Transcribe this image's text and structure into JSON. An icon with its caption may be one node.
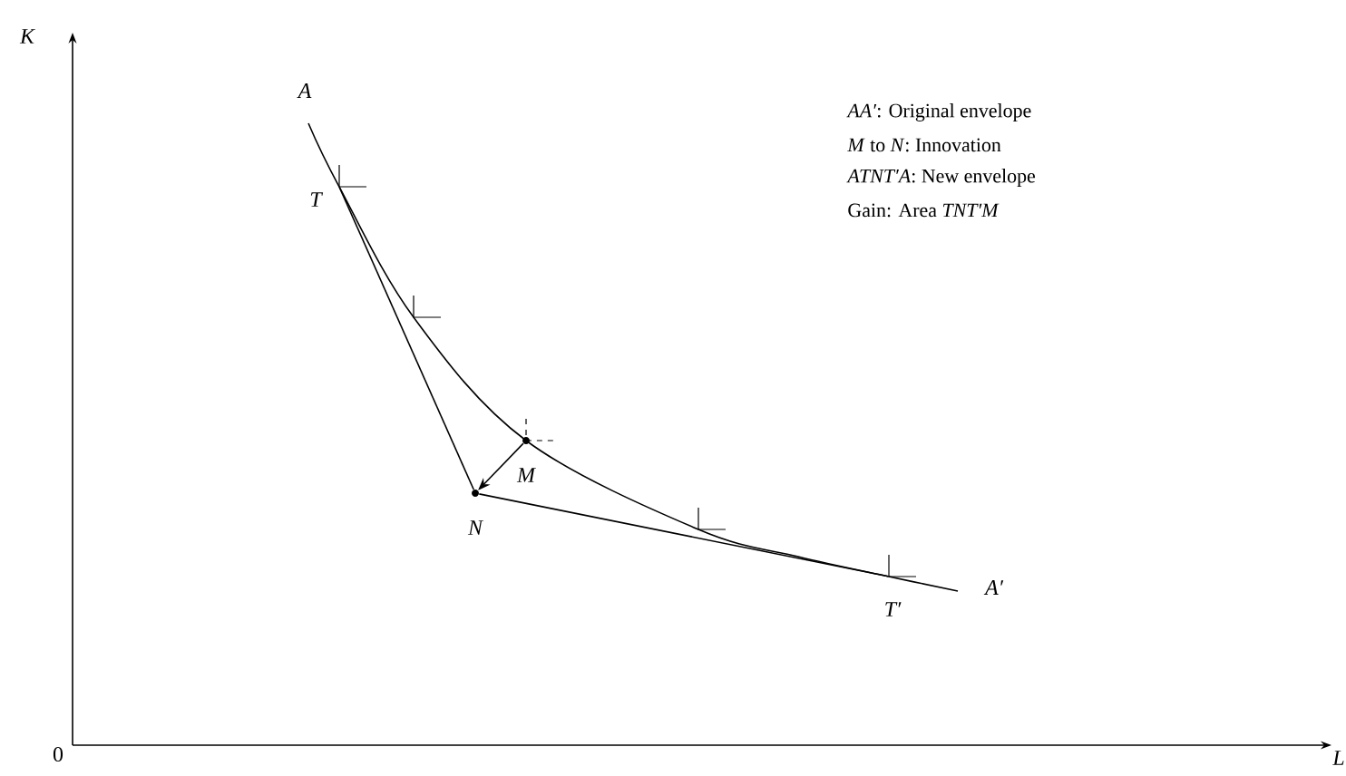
{
  "diagram": {
    "nodes": [
      {
        "text": [],
        "shape": "point",
        "beside": [
          "T"
        ]
      },
      {
        "text": [],
        "shape": "dot",
        "beside": [
          "M"
        ]
      },
      {
        "text": [],
        "shape": "dot",
        "beside": [
          "N"
        ]
      },
      {
        "text": [],
        "shape": "point",
        "beside": [
          "T′"
        ]
      }
    ],
    "edges": [
      {
        "from": 1,
        "to": 2,
        "arrow": "to"
      },
      {
        "from": 0,
        "to": 2,
        "arrow": "none"
      },
      {
        "from": 2,
        "to": 3,
        "arrow": "none"
      }
    ],
    "labels": [
      "K",
      "A",
      "0",
      "L",
      "A′",
      "*AA′*: Original envelope",
      "*M* to *N*: Innovation",
      "*ATNT′A*: New envelope",
      "Gain: Area *TNT′M*"
    ]
  }
}
